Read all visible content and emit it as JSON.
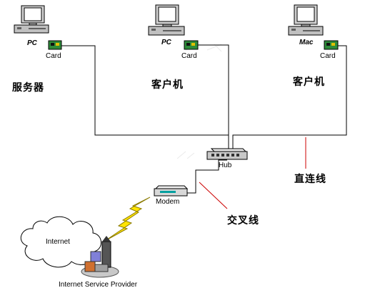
{
  "nodes": {
    "server": {
      "os_label": "PC",
      "card_label": "Card",
      "role_label": "服务器"
    },
    "client1": {
      "os_label": "PC",
      "card_label": "Card",
      "role_label": "客户机"
    },
    "client2": {
      "os_label": "Mac",
      "card_label": "Card",
      "role_label": "客户机"
    }
  },
  "hub": {
    "label": "Hub"
  },
  "modem": {
    "label": "Modem"
  },
  "internet": {
    "label": "Internet"
  },
  "isp": {
    "label": "Internet Service Provider"
  },
  "annotations": {
    "straight_cable": "直连线",
    "crossover_cable": "交叉线"
  },
  "colors": {
    "line": "#000000",
    "pointer": "#cc0000",
    "lightning": "#ffe400",
    "nic_card": "#2e8b3a",
    "hub_body": "#c8c8c8",
    "modem_body": "#d8d8d8",
    "modem_leds": "#00a0a0"
  }
}
